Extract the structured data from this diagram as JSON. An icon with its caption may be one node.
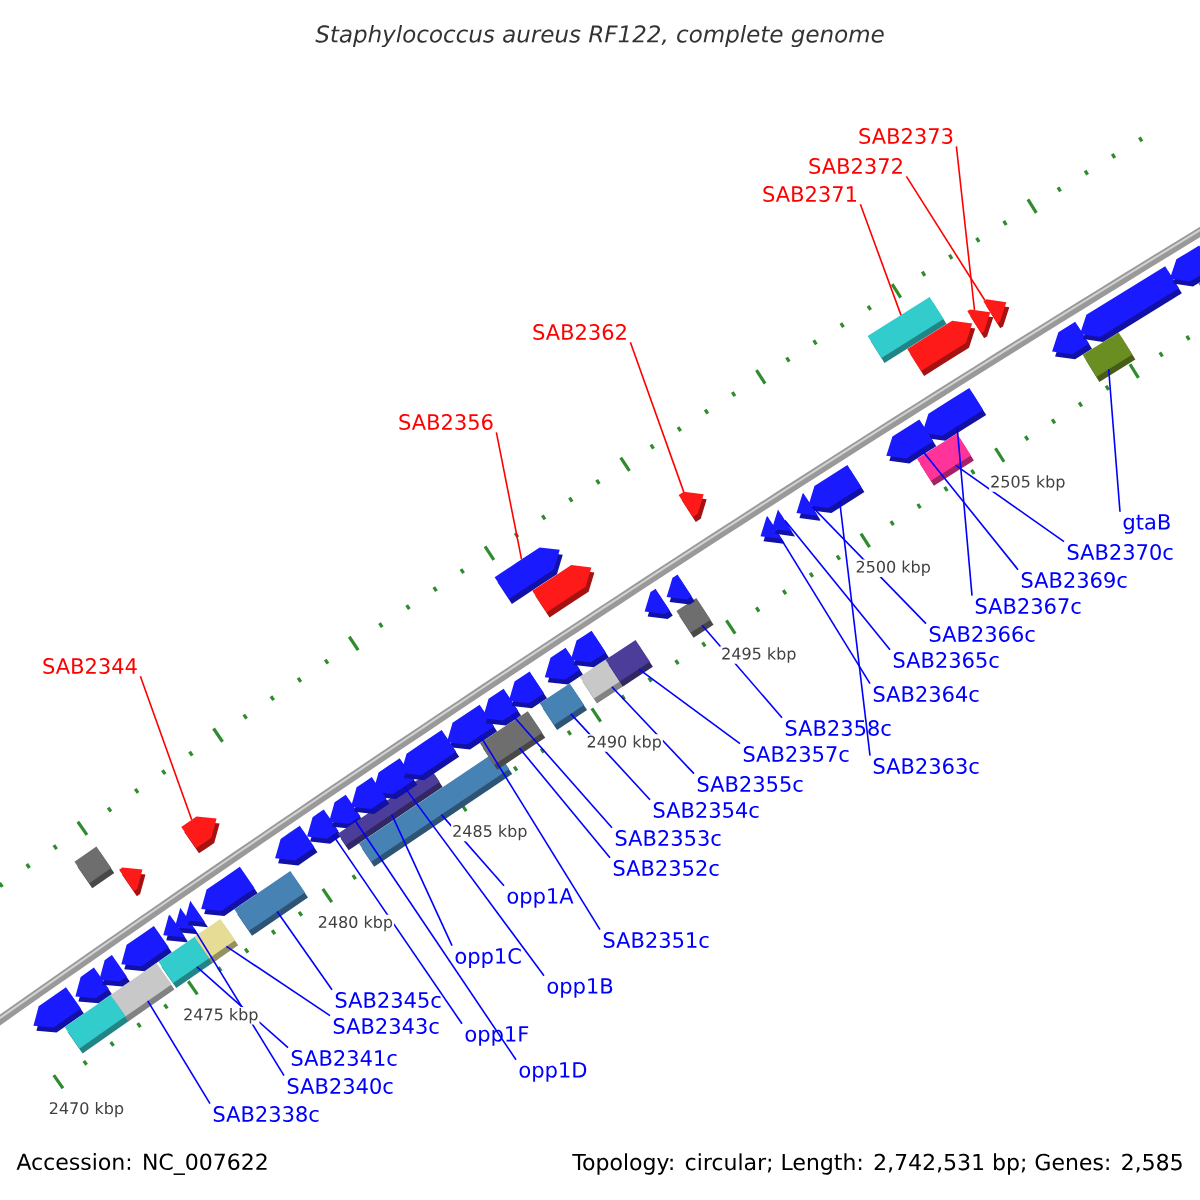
{
  "diagram": {
    "title": "Staphylococcus aureus RF122, complete genome",
    "nodes": [
      {
        "text": [
          "SAB2344"
        ]
      },
      {
        "text": [
          "SAB2356"
        ]
      },
      {
        "text": [
          "SAB2362"
        ]
      },
      {
        "text": [
          "SAB2371"
        ]
      },
      {
        "text": [
          "SAB2372"
        ]
      },
      {
        "text": [
          "SAB2373"
        ]
      },
      {
        "text": [
          "SAB2338c"
        ]
      },
      {
        "text": [
          "SAB2340c"
        ]
      },
      {
        "text": [
          "SAB2341c"
        ]
      },
      {
        "text": [
          "SAB2343c"
        ]
      },
      {
        "text": [
          "SAB2345c"
        ]
      },
      {
        "text": [
          "opp1F"
        ]
      },
      {
        "text": [
          "opp1D"
        ]
      },
      {
        "text": [
          "opp1C"
        ]
      },
      {
        "text": [
          "opp1B"
        ]
      },
      {
        "text": [
          "opp1A"
        ]
      },
      {
        "text": [
          "SAB2351c"
        ]
      },
      {
        "text": [
          "SAB2352c"
        ]
      },
      {
        "text": [
          "SAB2353c"
        ]
      },
      {
        "text": [
          "SAB2354c"
        ]
      },
      {
        "text": [
          "SAB2355c"
        ]
      },
      {
        "text": [
          "SAB2357c"
        ]
      },
      {
        "text": [
          "SAB2358c"
        ]
      },
      {
        "text": [
          "SAB2363c"
        ]
      },
      {
        "text": [
          "SAB2364c"
        ]
      },
      {
        "text": [
          "SAB2365c"
        ]
      },
      {
        "text": [
          "SAB2366c"
        ]
      },
      {
        "text": [
          "SAB2367c"
        ]
      },
      {
        "text": [
          "SAB2369c"
        ]
      },
      {
        "text": [
          "SAB2370c"
        ]
      },
      {
        "text": [
          "gtaB"
        ]
      },
      {
        "text": [],
        "shape": "bar"
      },
      {
        "text": [],
        "shape": "bar"
      },
      {
        "text": [],
        "shape": "bar"
      },
      {
        "text": [],
        "shape": "bar"
      },
      {
        "text": [],
        "shape": "bar"
      },
      {
        "text": [],
        "shape": "bar"
      },
      {
        "text": [],
        "shape": "bar"
      },
      {
        "text": [],
        "shape": "bar"
      },
      {
        "text": [],
        "shape": "bar"
      },
      {
        "text": [],
        "shape": "bar"
      },
      {
        "text": [],
        "shape": "bar"
      },
      {
        "text": [],
        "shape": "bar"
      },
      {
        "text": [],
        "shape": "bar"
      },
      {
        "text": [],
        "shape": "bar"
      },
      {
        "text": [],
        "shape": "bar"
      },
      {
        "text": [],
        "shape": "bar"
      },
      {
        "text": [],
        "shape": "bar"
      },
      {
        "text": [],
        "shape": "bar"
      },
      {
        "text": [],
        "shape": "bar"
      },
      {
        "text": [],
        "shape": "bar"
      },
      {
        "text": [],
        "shape": "bar"
      },
      {
        "text": [],
        "shape": "bar"
      },
      {
        "text": [],
        "shape": "bar"
      },
      {
        "text": [],
        "shape": "bar"
      },
      {
        "text": [],
        "shape": "bar"
      },
      {
        "text": [],
        "shape": "bar"
      },
      {
        "text": [],
        "shape": "bar"
      },
      {
        "text": [],
        "shape": "bar"
      },
      {
        "text": [],
        "shape": "bar"
      },
      {
        "text": [],
        "shape": "bar"
      },
      {
        "text": [],
        "shape": "bar"
      },
      {
        "text": [],
        "shape": "bar"
      },
      {
        "text": [],
        "shape": "bar"
      },
      {
        "text": [],
        "shape": "bar"
      },
      {
        "text": [],
        "shape": "bar"
      },
      {
        "text": [],
        "shape": "bar"
      },
      {
        "text": [],
        "shape": "bar"
      },
      {
        "text": [],
        "shape": "bar"
      },
      {
        "text": [],
        "shape": "bar"
      },
      {
        "text": [],
        "shape": "bar"
      },
      {
        "text": [],
        "shape": "bar"
      },
      {
        "text": [],
        "shape": "bar"
      },
      {
        "text": [],
        "shape": "bar"
      },
      {
        "text": [],
        "shape": "bar"
      },
      {
        "text": [],
        "shape": "bar"
      },
      {
        "text": [],
        "shape": "bar"
      },
      {
        "text": [],
        "shape": "bar"
      },
      {
        "text": [],
        "shape": "bar"
      },
      {
        "text": [],
        "shape": "bar"
      },
      {
        "text": [],
        "shape": "bar"
      },
      {
        "text": [],
        "shape": "bar"
      },
      {
        "text": [],
        "shape": "bar"
      },
      {
        "text": [],
        "shape": "bar"
      },
      {
        "text": [],
        "shape": "bar"
      },
      {
        "text": [],
        "shape": "bar"
      }
    ],
    "edges": [
      {
        "from": 0,
        "to": 31,
        "arrow": "none",
        "color": "#ff0000"
      },
      {
        "from": 1,
        "to": 32,
        "arrow": "none",
        "color": "#ff0000"
      },
      {
        "from": 2,
        "to": 33,
        "arrow": "none",
        "color": "#ff0000"
      },
      {
        "from": 3,
        "to": 34,
        "arrow": "none",
        "color": "#ff0000"
      },
      {
        "from": 4,
        "to": 35,
        "arrow": "none",
        "color": "#ff0000"
      },
      {
        "from": 5,
        "to": 36,
        "arrow": "none",
        "color": "#ff0000"
      },
      {
        "from": 6,
        "to": 37,
        "arrow": "none"
      },
      {
        "from": 7,
        "to": 38,
        "arrow": "none"
      },
      {
        "from": 8,
        "to": 39,
        "arrow": "none"
      },
      {
        "from": 9,
        "to": 40,
        "arrow": "none"
      },
      {
        "from": 10,
        "to": 41,
        "arrow": "none"
      },
      {
        "from": 11,
        "to": 42,
        "arrow": "none"
      },
      {
        "from": 12,
        "to": 43,
        "arrow": "none"
      },
      {
        "from": 13,
        "to": 44,
        "arrow": "none"
      },
      {
        "from": 14,
        "to": 45,
        "arrow": "none"
      },
      {
        "from": 15,
        "to": 46,
        "arrow": "none"
      },
      {
        "from": 16,
        "to": 47,
        "arrow": "none"
      },
      {
        "from": 17,
        "to": 48,
        "arrow": "none"
      },
      {
        "from": 18,
        "to": 49,
        "arrow": "none"
      },
      {
        "from": 19,
        "to": 50,
        "arrow": "none"
      },
      {
        "from": 20,
        "to": 51,
        "arrow": "none"
      },
      {
        "from": 21,
        "to": 52,
        "arrow": "none"
      },
      {
        "from": 22,
        "to": 53,
        "arrow": "none"
      },
      {
        "from": 23,
        "to": 54,
        "arrow": "none"
      },
      {
        "from": 24,
        "to": 55,
        "arrow": "none"
      },
      {
        "from": 25,
        "to": 56,
        "arrow": "none"
      },
      {
        "from": 26,
        "to": 57,
        "arrow": "none"
      },
      {
        "from": 27,
        "to": 58,
        "arrow": "none"
      },
      {
        "from": 28,
        "to": 59,
        "arrow": "none"
      },
      {
        "from": 29,
        "to": 60,
        "arrow": "none"
      },
      {
        "from": 30,
        "to": 61,
        "arrow": "none"
      }
    ],
    "labels": [
      "2470 kbp",
      "2475 kbp",
      "2480 kbp",
      "2485 kbp",
      "2490 kbp",
      "2495 kbp",
      "2500 kbp",
      "2505 kbp",
      "Accession: NC_007622",
      "Topology: circular; Length: 2,742,531 bp; Genes: 2,585"
    ]
  }
}
